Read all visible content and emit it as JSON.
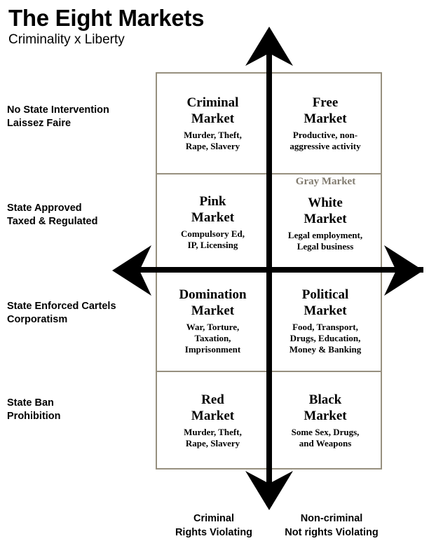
{
  "header": {
    "title": "The Eight Markets",
    "subtitle": "Criminality x Liberty"
  },
  "axes": {
    "vertical_name": "liberty-axis",
    "horizontal_name": "criminality-axis",
    "left_labels": [
      "No State Intervention\nLaissez Faire",
      "State Approved\nTaxed & Regulated",
      "State Enforced Cartels\nCorporatism",
      "State Ban\nProhibition"
    ],
    "bottom_labels": [
      "Criminal\nRights Violating",
      "Non-criminal\nNot rights Violating"
    ]
  },
  "overlay": {
    "gray_market": "Gray Market",
    "gray_market_color": "#807a6e"
  },
  "colors": {
    "grid_border": "#97907f",
    "axis": "#000000",
    "text": "#000000"
  },
  "cells": [
    {
      "id": "criminal-market",
      "title": "Criminal\nMarket",
      "desc": "Murder, Theft,\nRape, Slavery"
    },
    {
      "id": "free-market",
      "title": "Free\nMarket",
      "desc": "Productive, non-\naggressive activity"
    },
    {
      "id": "pink-market",
      "title": "Pink\nMarket",
      "desc": "Compulsory Ed,\nIP, Licensing"
    },
    {
      "id": "white-market",
      "title": "White\nMarket",
      "desc": "Legal employment,\nLegal business"
    },
    {
      "id": "domination-market",
      "title": "Domination\nMarket",
      "desc": "War, Torture,\nTaxation,\nImprisonment"
    },
    {
      "id": "political-market",
      "title": "Political\nMarket",
      "desc": "Food, Transport,\nDrugs, Education,\nMoney & Banking"
    },
    {
      "id": "red-market",
      "title": "Red\nMarket",
      "desc": "Murder, Theft,\nRape, Slavery"
    },
    {
      "id": "black-market",
      "title": "Black\nMarket",
      "desc": "Some Sex, Drugs,\nand Weapons"
    }
  ]
}
